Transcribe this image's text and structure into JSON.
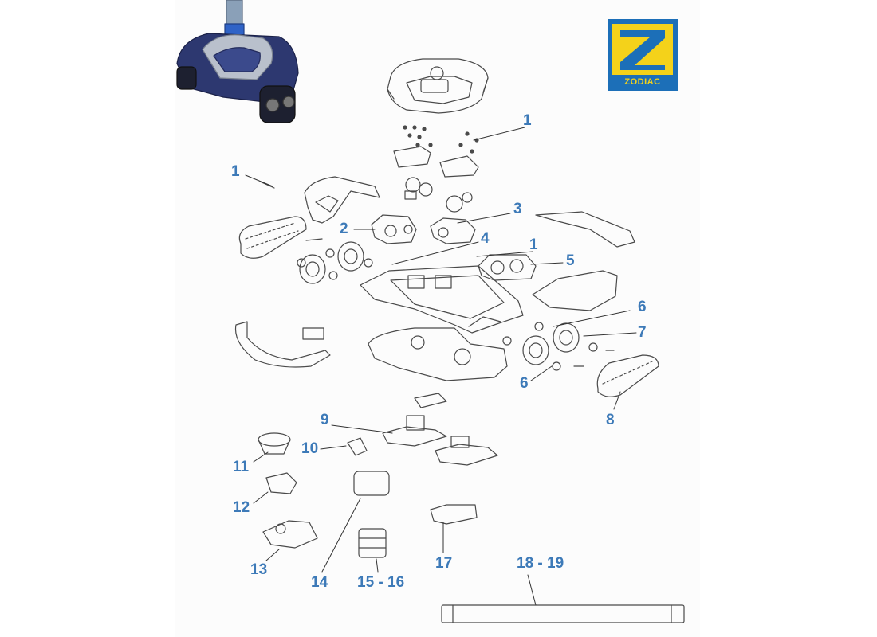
{
  "brand": {
    "name": "ZODIAC",
    "color_blue": "#1c6fb8",
    "color_yellow": "#f4d21a"
  },
  "callout_color": "#3d7ab8",
  "callouts": [
    {
      "id": "c1a",
      "label": "1"
    },
    {
      "id": "c1b",
      "label": "1"
    },
    {
      "id": "c2",
      "label": "2"
    },
    {
      "id": "c3",
      "label": "3"
    },
    {
      "id": "c4",
      "label": "4"
    },
    {
      "id": "c1c",
      "label": "1"
    },
    {
      "id": "c5",
      "label": "5"
    },
    {
      "id": "c6a",
      "label": "6"
    },
    {
      "id": "c7",
      "label": "7"
    },
    {
      "id": "c6b",
      "label": "6"
    },
    {
      "id": "c8",
      "label": "8"
    },
    {
      "id": "c9",
      "label": "9"
    },
    {
      "id": "c10",
      "label": "10"
    },
    {
      "id": "c11",
      "label": "11"
    },
    {
      "id": "c12",
      "label": "12"
    },
    {
      "id": "c13",
      "label": "13"
    },
    {
      "id": "c14",
      "label": "14"
    },
    {
      "id": "c15",
      "label": "15 - 16"
    },
    {
      "id": "c17",
      "label": "17"
    },
    {
      "id": "c18",
      "label": "18 - 19"
    }
  ]
}
